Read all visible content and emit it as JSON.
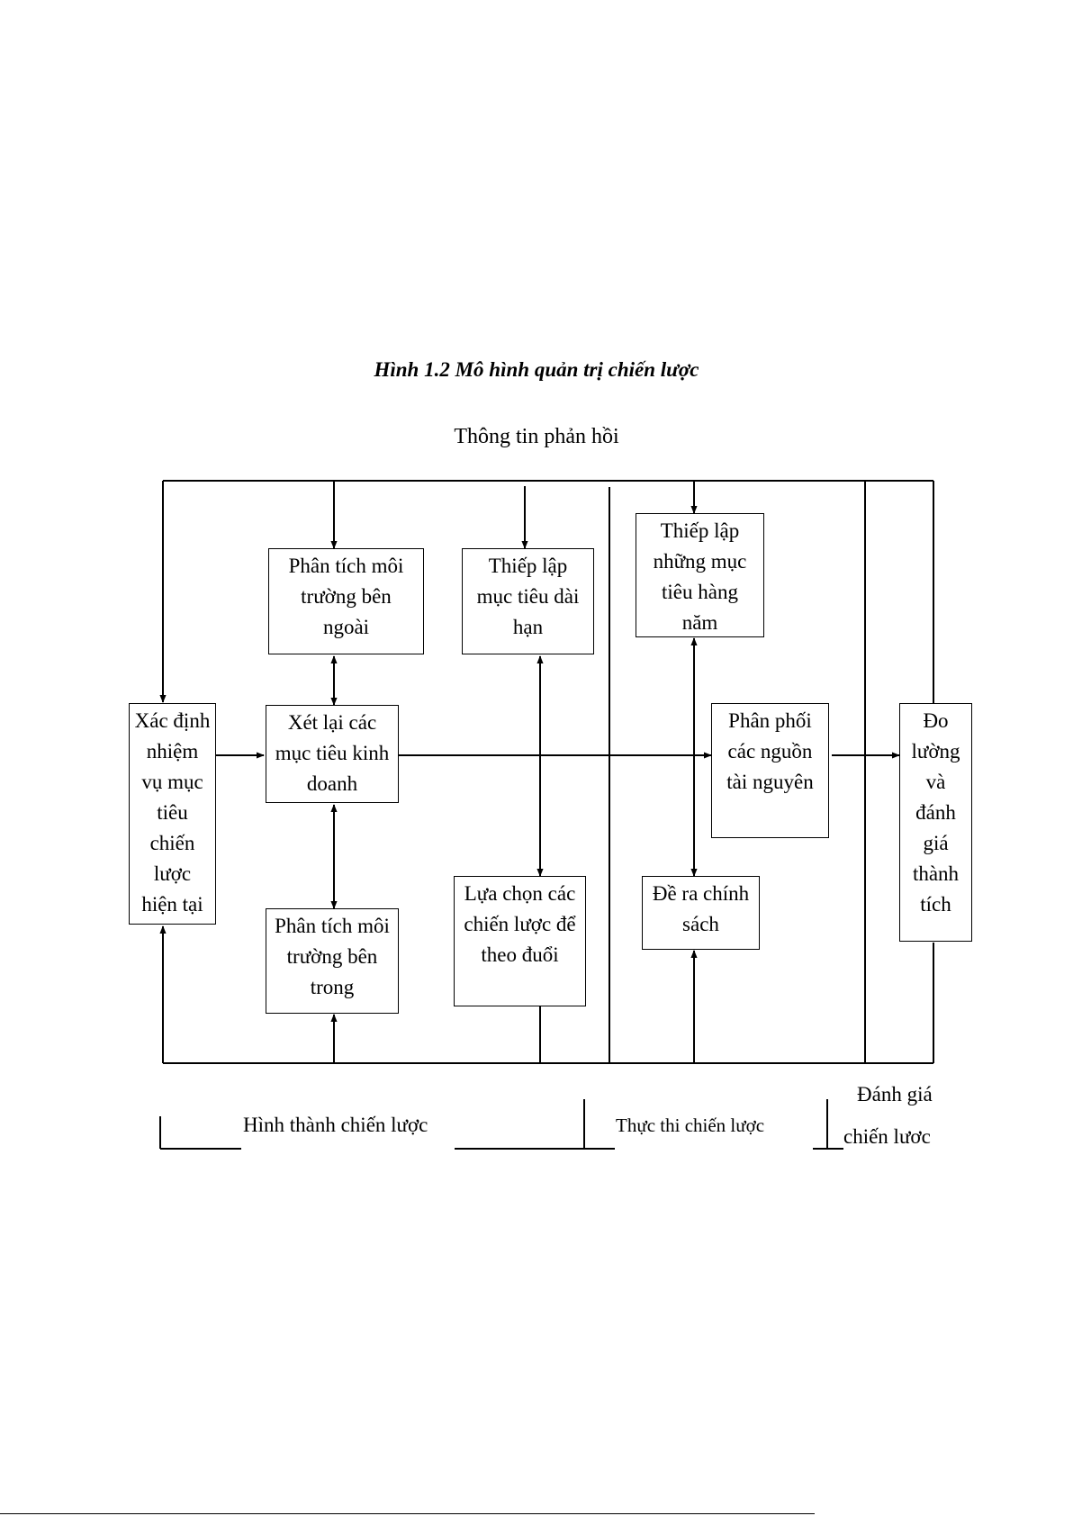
{
  "caption": "Hình 1.2 Mô hình quản trị chiến lược",
  "feedback_label": "Thông tin phản hồi",
  "boxes": {
    "mission": "Xác định\nnhiệm\nvụ mục\ntiêu\nchiến\nlược\nhiện tại",
    "external": "Phân tích môi\ntrường bên\nngoài",
    "review": "Xét lại các\nmục tiêu kinh\ndoanh",
    "internal": "Phân tích môi\ntrường bên\ntrong",
    "longterm": "Thiếp lập\nmục tiêu dài\nhạn",
    "choose": "Lựa chọn các\nchiến lược để\ntheo đuổi",
    "annual": "Thiếp lập\nnhững mục\ntiêu hàng\nnăm",
    "allocate": "Phân phối\ncác nguồn\ntài nguyên",
    "policy": "Đề ra chính\nsách",
    "measure": "Đo\nlường\nvà\nđánh\ngiá\nthành\ntích"
  },
  "stages": {
    "formulation": "Hình thành chiến lược",
    "implementation": "Thực thi chiến lược",
    "evaluation_line1": "Đánh giá",
    "evaluation_line2": "chiến lươc"
  }
}
